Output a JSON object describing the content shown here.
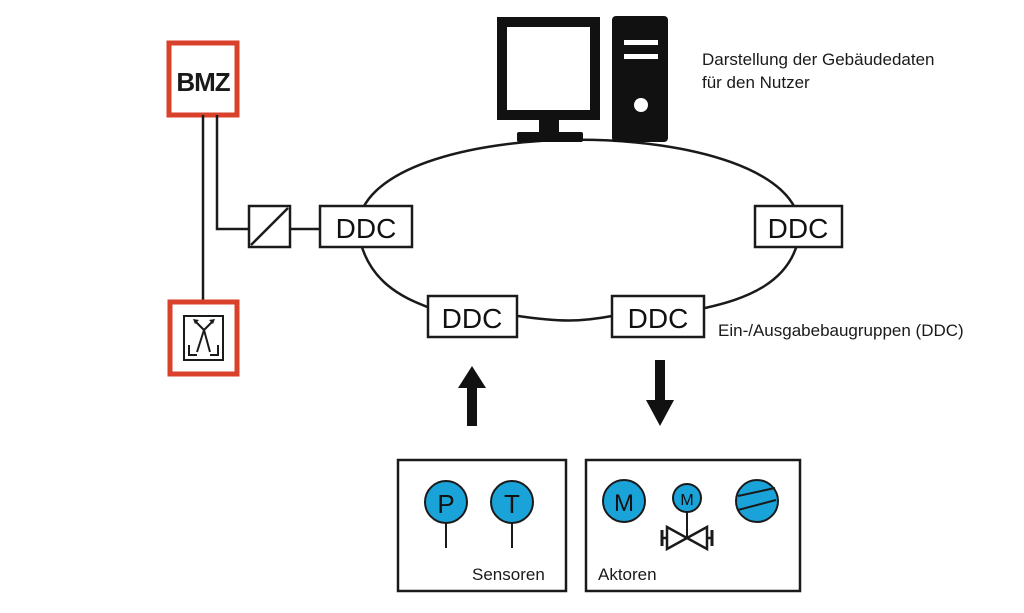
{
  "bmz": {
    "label": "BMZ",
    "border_color": "#d9412b"
  },
  "computer": {
    "caption_line1": "Darstellung der Gebäudedaten",
    "caption_line2": "für den Nutzer"
  },
  "ring": {
    "nodes": [
      {
        "label": "DDC"
      },
      {
        "label": "DDC"
      },
      {
        "label": "DDC"
      },
      {
        "label": "DDC"
      }
    ],
    "caption": "Ein-/Ausgabebaugruppen (DDC)"
  },
  "sensors": {
    "label": "Sensoren",
    "items": [
      {
        "label": "P"
      },
      {
        "label": "T"
      }
    ]
  },
  "actuators": {
    "label": "Aktoren",
    "motor_label": "M",
    "valve_motor_label": "M"
  },
  "colors": {
    "device_fill": "#1aa3d9",
    "stroke": "#1a1a1a",
    "alarm_red": "#d9412b"
  },
  "icons": {
    "converter": "converter-icon",
    "escape_sign": "escape-route-icon",
    "pump": "pump-icon",
    "valve": "valve-icon"
  }
}
